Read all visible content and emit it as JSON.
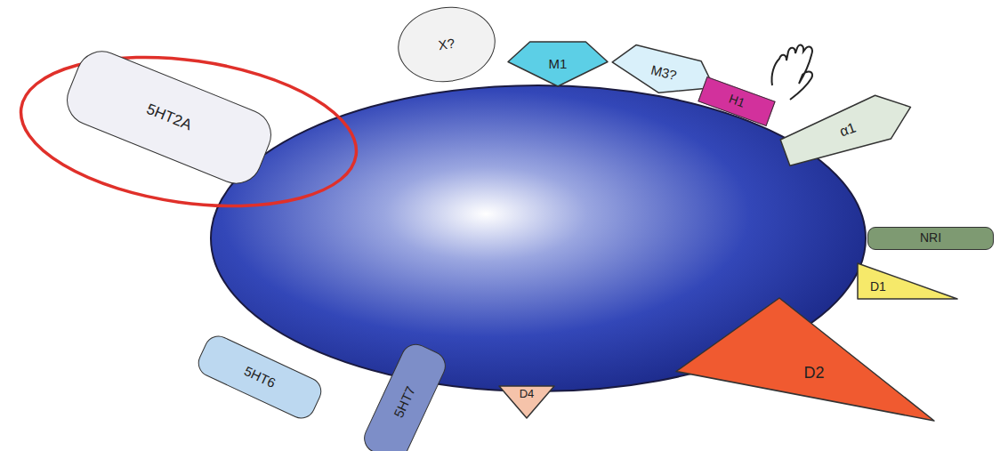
{
  "diagram": {
    "nodes": [
      {
        "text": [
          "5HT2A"
        ]
      },
      {
        "text": [
          "X?"
        ]
      },
      {
        "text": [
          "M1"
        ]
      },
      {
        "text": [
          "M3?"
        ]
      },
      {
        "text": [
          "H1"
        ]
      },
      {
        "text": [
          "α1"
        ]
      },
      {
        "text": [
          "NRI"
        ]
      },
      {
        "text": [
          "D1"
        ]
      },
      {
        "text": [
          "D2"
        ]
      },
      {
        "text": [
          "D4"
        ]
      },
      {
        "text": [
          "5HT7"
        ]
      },
      {
        "text": [
          "5HT6"
        ]
      }
    ]
  }
}
